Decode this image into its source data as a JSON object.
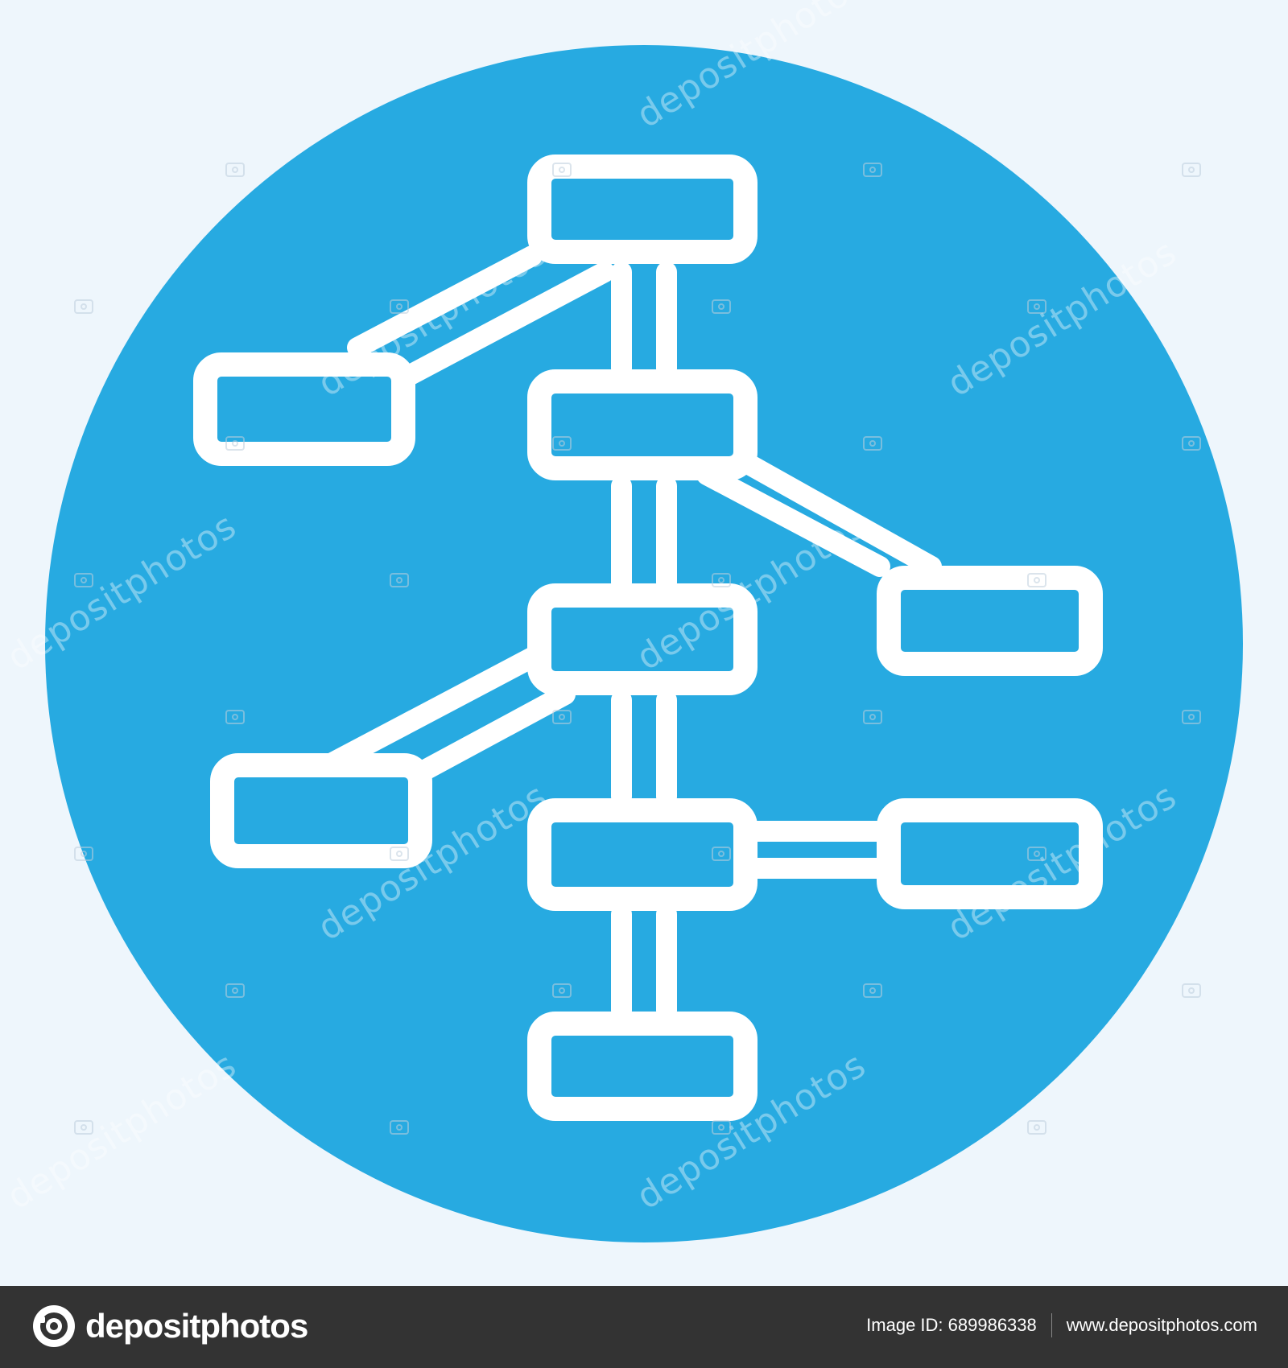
{
  "colors": {
    "background": "#eef6fc",
    "circle": "#27aae1",
    "stroke": "#ffffff",
    "footer": "#333333"
  },
  "icon": {
    "name": "hierarchy-tree-icon"
  },
  "watermark": {
    "text": "depositphotos"
  },
  "footer": {
    "brand": "depositphotos",
    "image_id": "Image ID: 689986338",
    "website": "www.depositphotos.com"
  }
}
